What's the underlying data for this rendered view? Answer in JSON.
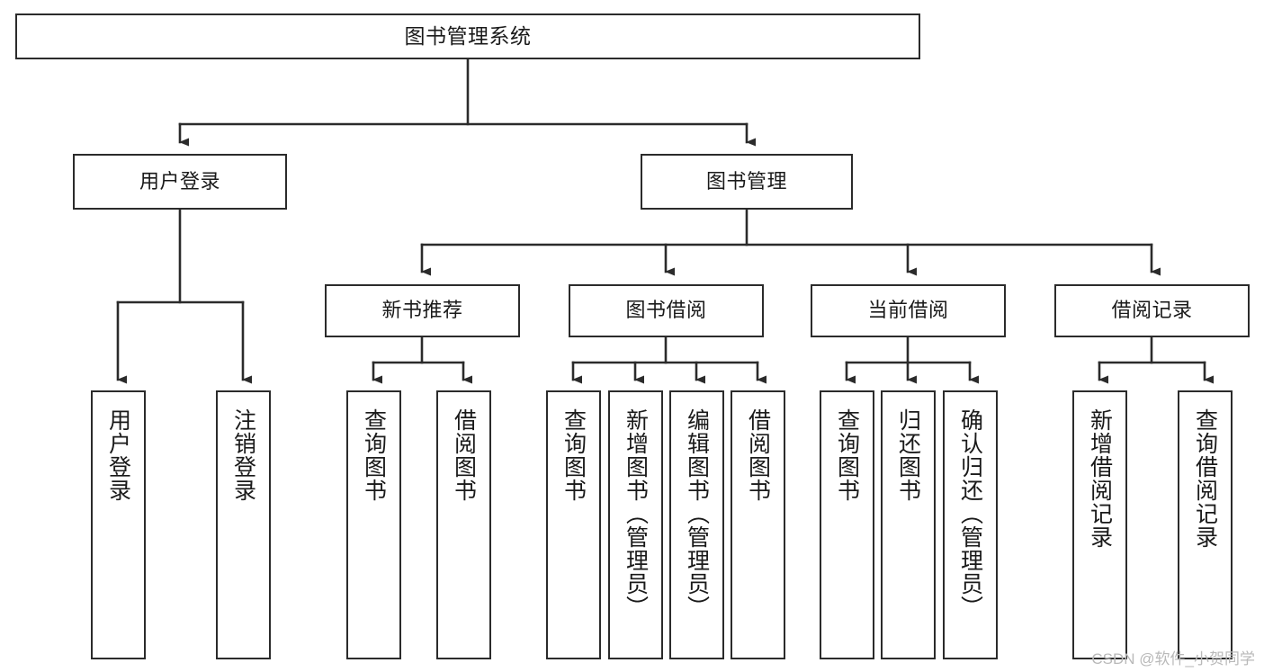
{
  "diagram": {
    "type": "tree",
    "title": "图书管理系统",
    "watermark": "CSDN @软件_小贺同学",
    "colors": {
      "box_border": "#2b2b2b",
      "box_fill": "#ffffff",
      "connector": "#2b2b2b",
      "text": "#1a1a1a",
      "watermark": "#b9b9b9"
    },
    "levels": {
      "level1": [
        {
          "id": "root",
          "label": "图书管理系统",
          "orientation": "horizontal"
        }
      ],
      "level2": [
        {
          "id": "user-login",
          "label": "用户登录",
          "orientation": "horizontal"
        },
        {
          "id": "book-management",
          "label": "图书管理",
          "orientation": "horizontal"
        }
      ],
      "level3": [
        {
          "id": "new-book-recommend",
          "label": "新书推荐",
          "orientation": "horizontal",
          "parent": "book-management"
        },
        {
          "id": "book-borrow",
          "label": "图书借阅",
          "orientation": "horizontal",
          "parent": "book-management"
        },
        {
          "id": "current-borrow",
          "label": "当前借阅",
          "orientation": "horizontal",
          "parent": "book-management"
        },
        {
          "id": "borrow-record",
          "label": "借阅记录",
          "orientation": "horizontal",
          "parent": "book-management"
        }
      ],
      "leaves": [
        {
          "id": "leaf-user-login",
          "label": "用户登录",
          "orientation": "vertical",
          "parent": "user-login"
        },
        {
          "id": "leaf-logout-login",
          "label": "注销登录",
          "orientation": "vertical",
          "parent": "user-login"
        },
        {
          "id": "leaf-query-book-1",
          "label": "查询图书",
          "orientation": "vertical",
          "parent": "new-book-recommend"
        },
        {
          "id": "leaf-borrow-book-1",
          "label": "借阅图书",
          "orientation": "vertical",
          "parent": "new-book-recommend"
        },
        {
          "id": "leaf-query-book-2",
          "label": "查询图书",
          "orientation": "vertical",
          "parent": "book-borrow"
        },
        {
          "id": "leaf-add-book",
          "label": "新增图书（管理员）",
          "orientation": "vertical",
          "parent": "book-borrow"
        },
        {
          "id": "leaf-edit-book",
          "label": "编辑图书（管理员）",
          "orientation": "vertical",
          "parent": "book-borrow"
        },
        {
          "id": "leaf-borrow-book-2",
          "label": "借阅图书",
          "orientation": "vertical",
          "parent": "book-borrow"
        },
        {
          "id": "leaf-query-book-3",
          "label": "查询图书",
          "orientation": "vertical",
          "parent": "current-borrow"
        },
        {
          "id": "leaf-return-book",
          "label": "归还图书",
          "orientation": "vertical",
          "parent": "current-borrow"
        },
        {
          "id": "leaf-confirm-return",
          "label": "确认归还（管理员）",
          "orientation": "vertical",
          "parent": "current-borrow"
        },
        {
          "id": "leaf-add-borrow-record",
          "label": "新增借阅记录",
          "orientation": "vertical",
          "parent": "borrow-record"
        },
        {
          "id": "leaf-query-borrow-record",
          "label": "查询借阅记录",
          "orientation": "vertical",
          "parent": "borrow-record"
        }
      ]
    }
  }
}
